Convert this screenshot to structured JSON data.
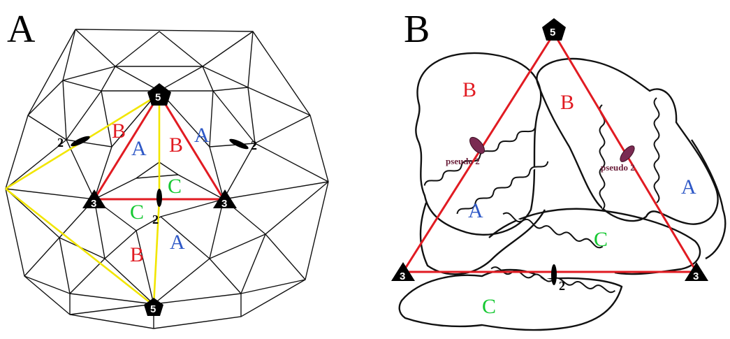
{
  "panel_a": {
    "letter": "A",
    "labels": {
      "b1": "B",
      "a1": "A",
      "b2": "B",
      "a2": "A",
      "c1": "C",
      "c2": "C",
      "b3": "B",
      "a3": "A"
    },
    "axes": {
      "five_top": "5",
      "five_bottom": "5",
      "three_left": "3",
      "three_right": "3",
      "two_left": "2",
      "two_right": "2",
      "two_center": "2"
    }
  },
  "panel_b": {
    "letter": "B",
    "labels": {
      "b_left": "B",
      "b_mid": "B",
      "a_left": "A",
      "a_right": "A",
      "c_mid": "C",
      "c_bottom": "C"
    },
    "axes": {
      "five": "5",
      "three_left": "3",
      "three_right": "3",
      "two": "2"
    },
    "pseudo_left": "pseudo 2",
    "pseudo_right": "pseudo 2"
  },
  "colors": {
    "red": "#e11b22",
    "yellow": "#f2e600",
    "blue": "#2f59c7",
    "green": "#16c832",
    "pseudo": "#7a2a52"
  }
}
